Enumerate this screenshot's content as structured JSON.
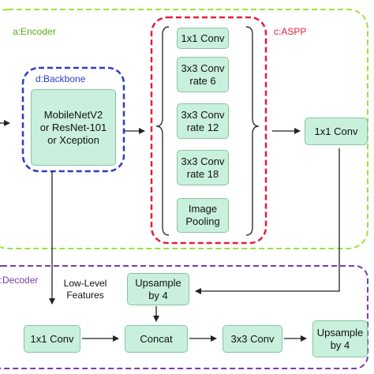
{
  "colors": {
    "encoder": "#9be33a",
    "aspp": "#e0203a",
    "backbone": "#2c3ec2",
    "decoder": "#7d3aa8",
    "box_fill": "#c9f0dc",
    "box_border": "#86c4a3"
  },
  "regions": {
    "encoder": "a:Encoder",
    "decoder": "b:Decoder",
    "aspp": "c:ASPP",
    "backbone": "d:Backbone"
  },
  "nodes": {
    "backbone": "MobileNetV2\nor ResNet-101\nor  Xception",
    "aspp_conv1x1": "1x1 Conv",
    "aspp_rate6": "3x3 Conv\nrate 6",
    "aspp_rate12": "3x3 Conv\nrate 12",
    "aspp_rate18": "3x3 Conv\nrate 18",
    "image_pooling": "Image\nPooling",
    "encoder_out_conv": "1x1 Conv",
    "upsample_top": "Upsample\nby 4",
    "decoder_conv1x1": "1x1 Conv",
    "concat": "Concat",
    "decoder_conv3x3": "3x3 Conv",
    "upsample_out": "Upsample\nby 4"
  },
  "low_level_features": "Low-Level\nFeatures"
}
